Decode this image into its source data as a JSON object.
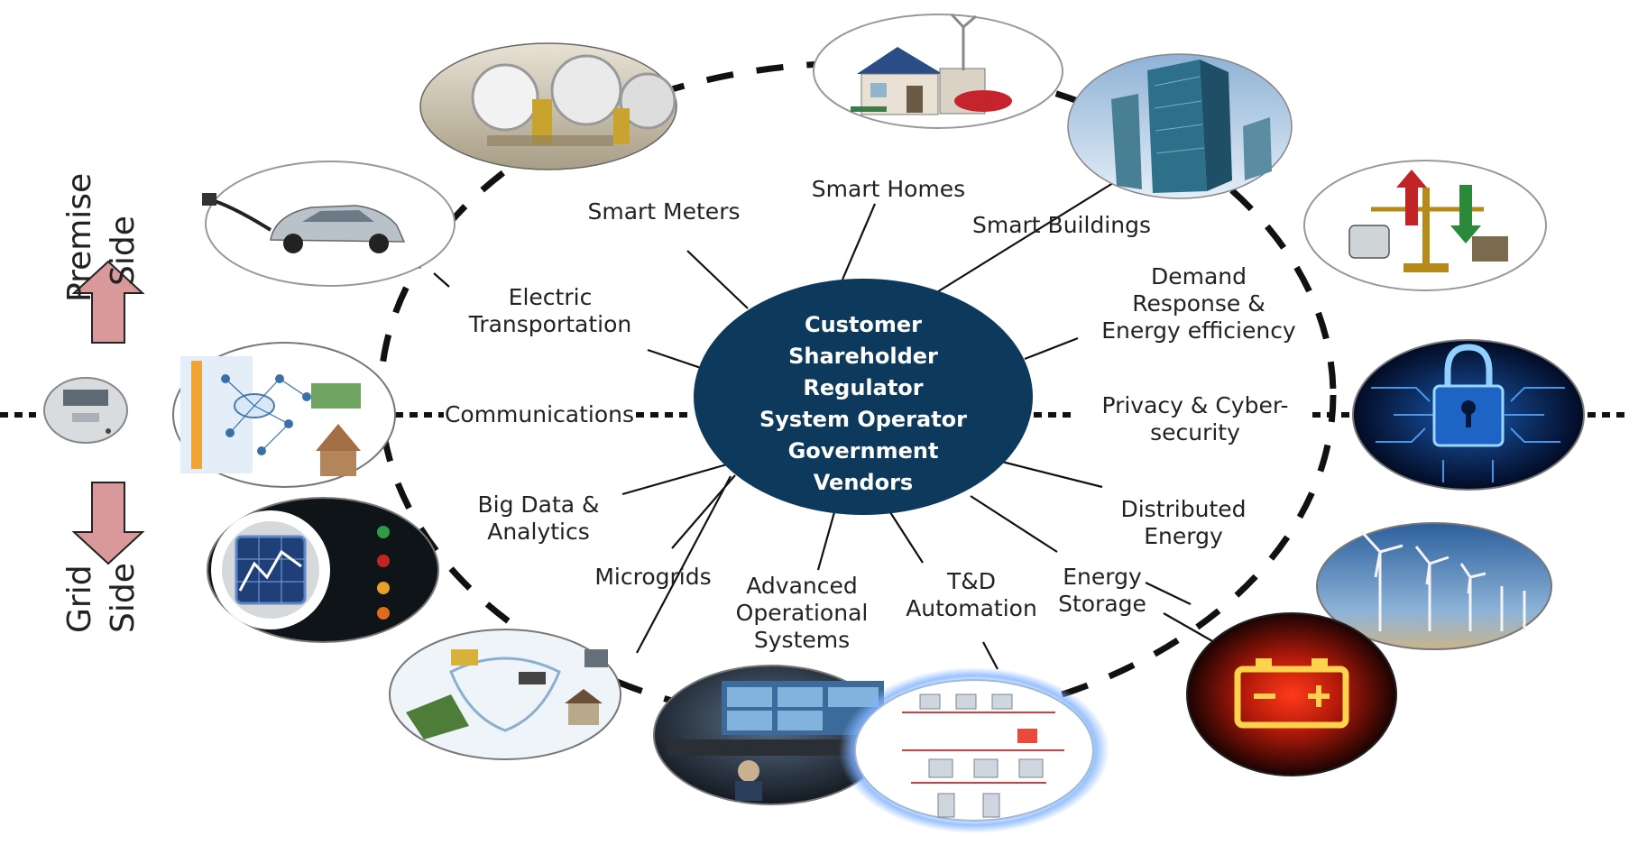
{
  "hub": {
    "lines": [
      "Customer",
      "Shareholder",
      "Regulator",
      "System Operator",
      "Government",
      "Vendors"
    ]
  },
  "side_labels": {
    "premise": [
      "Premise",
      "Side"
    ],
    "grid": [
      "Grid",
      "Side"
    ]
  },
  "domains": {
    "smart_meters": [
      "Smart Meters"
    ],
    "smart_homes": [
      "Smart Homes"
    ],
    "smart_buildings": [
      "Smart Buildings"
    ],
    "electric_transportation": [
      "Electric",
      "Transportation"
    ],
    "demand_response": [
      "Demand",
      "Response &",
      "Energy efficiency"
    ],
    "communications": [
      "Communications"
    ],
    "privacy": [
      "Privacy & Cyber-",
      "security"
    ],
    "big_data": [
      "Big Data &",
      "Analytics"
    ],
    "distributed_energy": [
      "Distributed",
      "Energy"
    ],
    "microgrids": [
      "Microgrids"
    ],
    "advanced_ops": [
      "Advanced",
      "Operational",
      "Systems"
    ],
    "td_automation": [
      "T&D",
      "Automation"
    ],
    "energy_storage": [
      "Energy",
      "Storage"
    ]
  },
  "colors": {
    "hub_fill": "#0d3a5c",
    "arrow_fill": "#d9999b",
    "arrow_stroke": "#222222",
    "ring_stroke": "#111111"
  },
  "icons": {
    "smart_meters": "meters-photo-icon",
    "smart_homes": "smart-home-icon",
    "smart_buildings": "office-tower-icon",
    "electric_transportation": "electric-car-icon",
    "demand_response": "demand-supply-scale-icon",
    "communications": "network-diagram-icon",
    "privacy": "padlock-circuit-icon",
    "big_data": "analytics-chart-icon",
    "distributed_energy": "wind-turbines-icon",
    "microgrids": "microgrid-diagram-icon",
    "advanced_ops": "control-room-icon",
    "td_automation": "substation-schematic-icon",
    "energy_storage": "battery-icon",
    "grid_meter": "electric-meter-icon"
  }
}
